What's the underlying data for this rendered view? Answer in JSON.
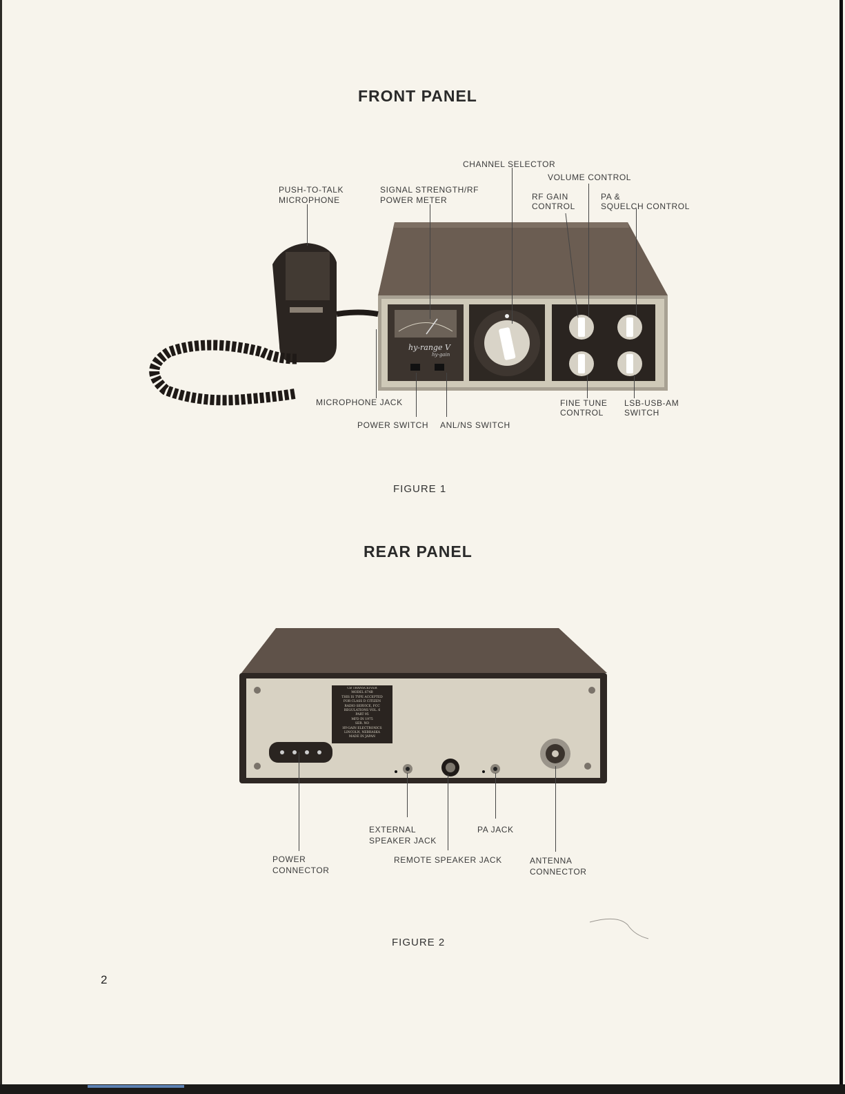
{
  "front": {
    "title": "FRONT PANEL",
    "figure": "FIGURE 1",
    "labels": {
      "channel_selector": "CHANNEL SELECTOR",
      "volume_control": "VOLUME CONTROL",
      "push_to_talk_line1": "PUSH-TO-TALK",
      "push_to_talk_line2": "MICROPHONE",
      "signal_strength_line1": "SIGNAL STRENGTH/RF",
      "signal_strength_line2": "POWER METER",
      "rf_gain_line1": "RF GAIN",
      "rf_gain_line2": "CONTROL",
      "pa_squelch_line1": "PA &",
      "pa_squelch_line2": "SQUELCH CONTROL",
      "microphone_jack": "MICROPHONE JACK",
      "power_switch": "POWER SWITCH",
      "anl_ns_switch": "ANL/NS SWITCH",
      "fine_tune_line1": "FINE TUNE",
      "fine_tune_line2": "CONTROL",
      "mode_switch_line1": "LSB-USB-AM",
      "mode_switch_line2": "SWITCH"
    },
    "device": {
      "brand_script": "hy-range V",
      "brand_sub": "hy-gain"
    }
  },
  "rear": {
    "title": "REAR PANEL",
    "figure": "FIGURE 2",
    "labels": {
      "external_speaker_line1": "EXTERNAL",
      "external_speaker_line2": "SPEAKER JACK",
      "pa_jack": "PA JACK",
      "power_connector_line1": "POWER",
      "power_connector_line2": "CONNECTOR",
      "remote_speaker_jack": "REMOTE SPEAKER JACK",
      "antenna_connector_line1": "ANTENNA",
      "antenna_connector_line2": "CONNECTOR"
    },
    "nameplate": [
      "CB TRANSCEIVER",
      "MODEL 674B",
      "THIS IS TYPE ACCEPTED",
      "FOR CLASS D CITIZEN",
      "RADIO SERVICE, FCC",
      "REGULATIONS VOL. 6",
      "PART 95",
      "MFD IN      1975",
      "SER. NO",
      "HY-GAIN ELECTRONICS",
      "LINCOLN, NEBRASKA",
      "MADE IN JAPAN"
    ]
  },
  "page_number": "2",
  "colors": {
    "paper": "#f7f4ec",
    "cabinet": "#5e5047",
    "faceplate": "#d8d2c2",
    "knob": "#ffffff"
  }
}
